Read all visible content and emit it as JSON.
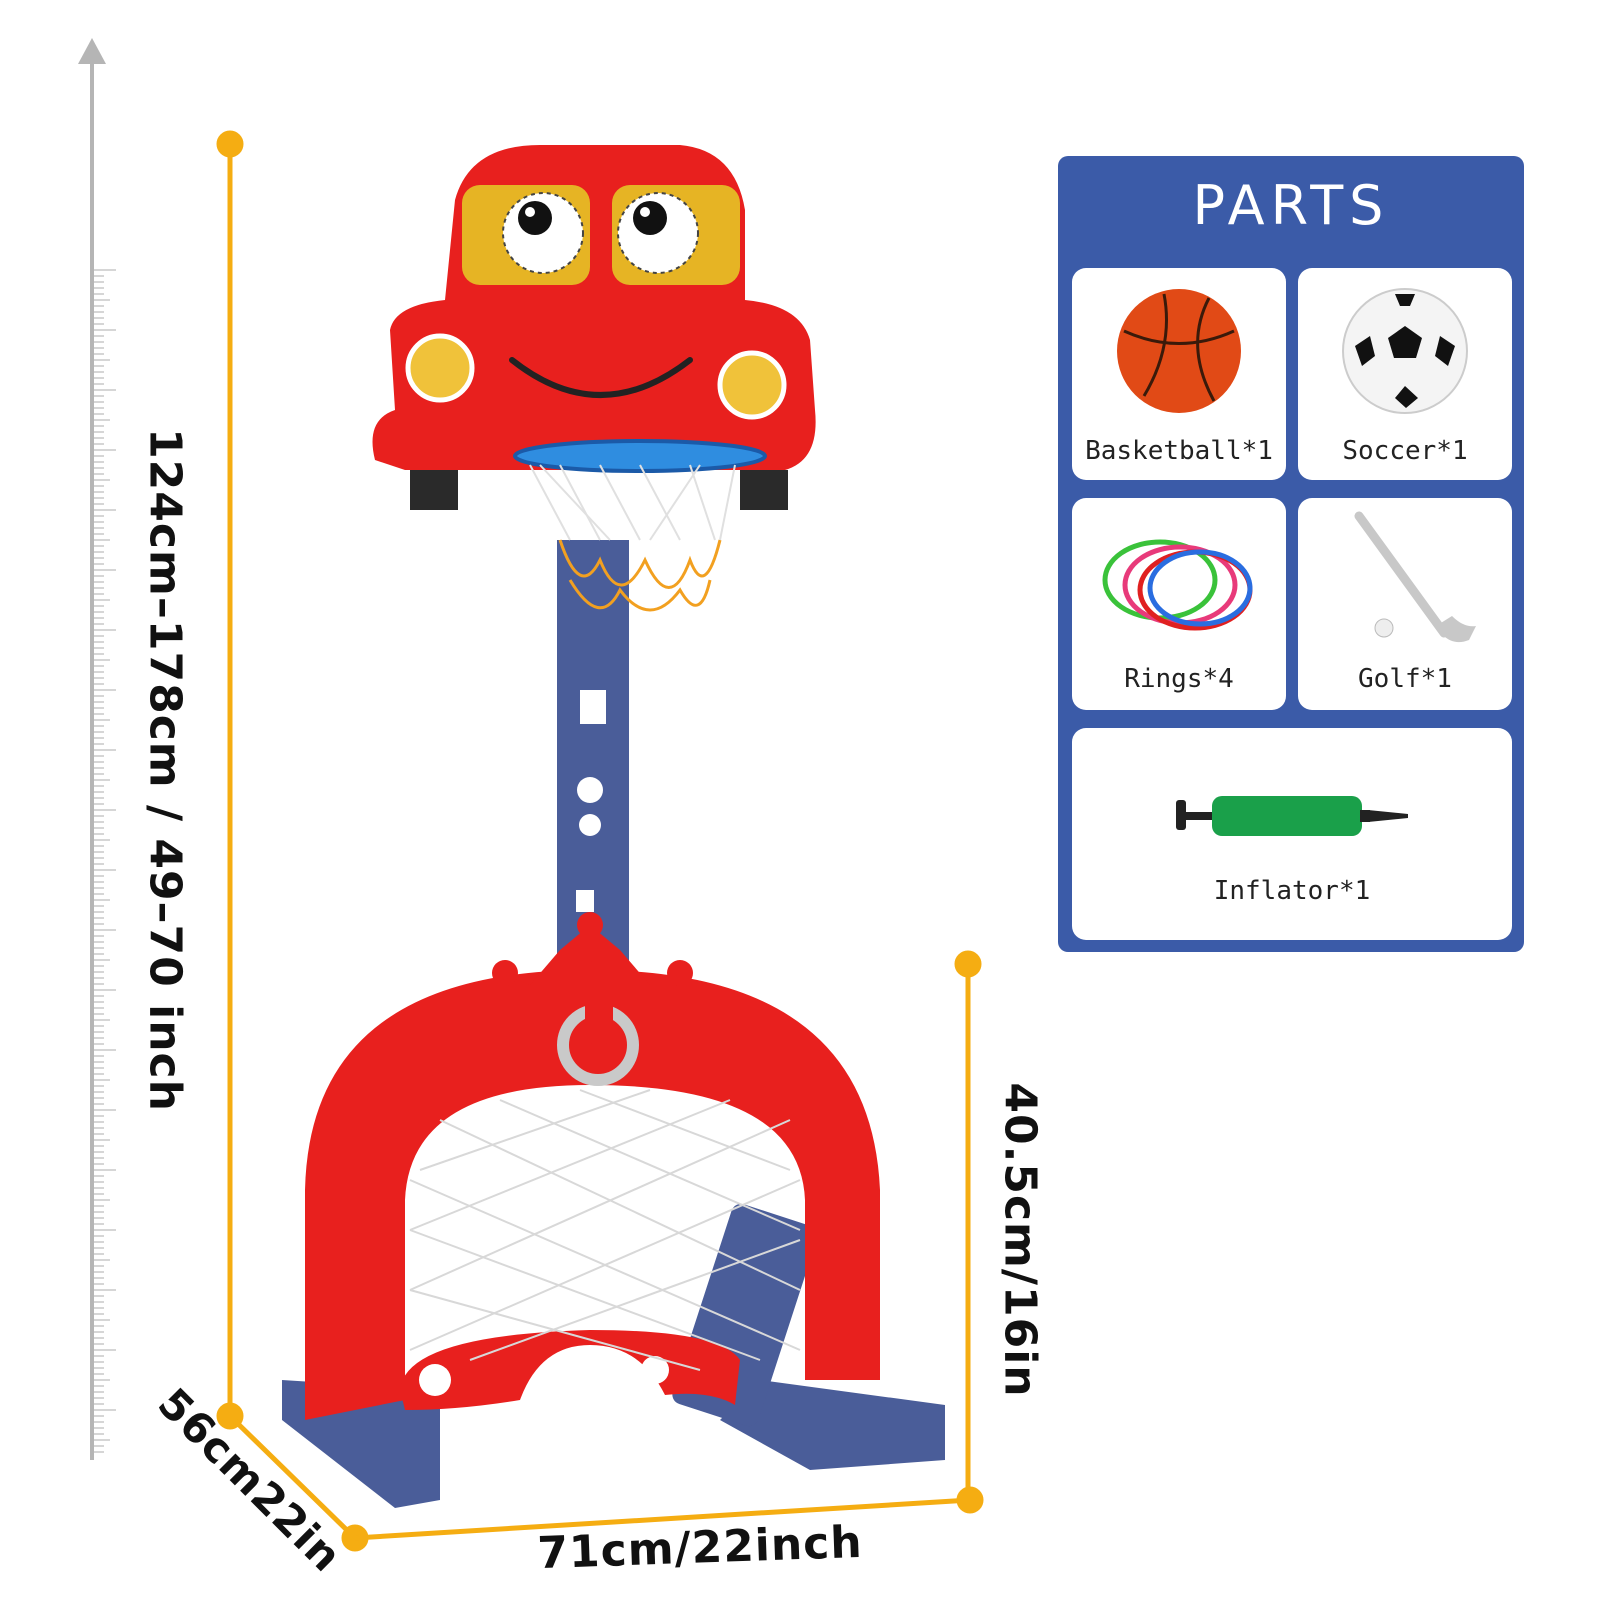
{
  "dimensions": {
    "height": "124cm–178cm / 49–70 inch",
    "goal_height": "40.5cm/16in",
    "width": "71cm/22inch",
    "depth": "56cm22in"
  },
  "parts": {
    "title": "PARTS",
    "items": [
      {
        "label": "Basketball*1",
        "icon": "basketball-icon"
      },
      {
        "label": "Soccer*1",
        "icon": "soccer-ball-icon"
      },
      {
        "label": "Rings*4",
        "icon": "rings-icon"
      },
      {
        "label": "Golf*1",
        "icon": "golf-club-icon"
      },
      {
        "label": "Inflator*1",
        "icon": "inflator-pump-icon"
      }
    ]
  },
  "colors": {
    "panel": "#3b5ba8",
    "dimension_line": "#f5ad12",
    "toy_red": "#e8201e",
    "toy_blue": "#4a5d99",
    "ruler": "#b5b5b5"
  }
}
